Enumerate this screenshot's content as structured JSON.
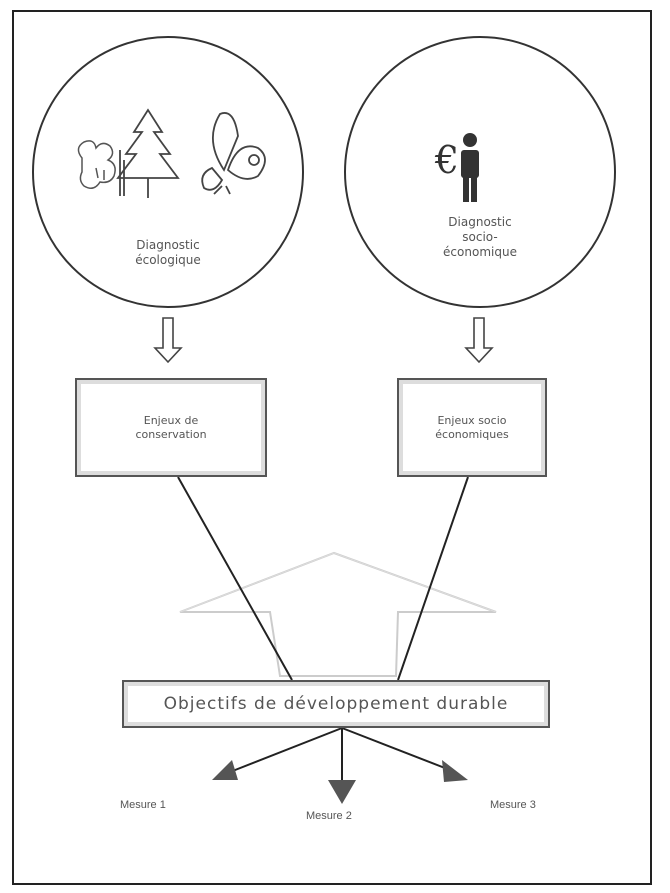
{
  "left_branch": {
    "diagnostic_label": "Diagnostic\nécologique",
    "issue_box_label": "Enjeux de\nconservation"
  },
  "right_branch": {
    "currency_symbol": "€",
    "diagnostic_label": "Diagnostic\nsocio-\néconomique",
    "issue_box_label": "Enjeux socio\néconomiques"
  },
  "center": {
    "roof_label": ""
  },
  "objectives_label": "Objectifs de développement durable",
  "measures": [
    "Mesure 1",
    "Mesure 2",
    "Mesure 3"
  ],
  "colors": {
    "line": "#222222",
    "box_border": "#555555",
    "arrow_fill": "#555555",
    "roof": "#dddddd"
  }
}
